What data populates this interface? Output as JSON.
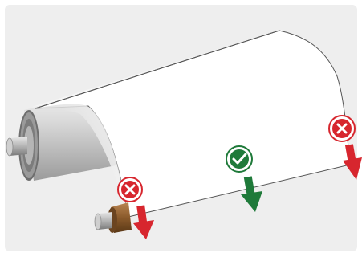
{
  "figure": {
    "background_color": "#eeeeee",
    "sheet_color": "#ffffff",
    "roll_color": "#c8c8c8",
    "shaft_color": "#a9a9a9",
    "core_color": "#8a5a2b"
  },
  "indicators": [
    {
      "symbol": "x-mark",
      "meaning": "incorrect",
      "color": "#d7262e"
    },
    {
      "symbol": "check-mark",
      "meaning": "correct",
      "color": "#1f7a3a"
    },
    {
      "symbol": "x-mark",
      "meaning": "incorrect",
      "color": "#d7262e"
    }
  ]
}
